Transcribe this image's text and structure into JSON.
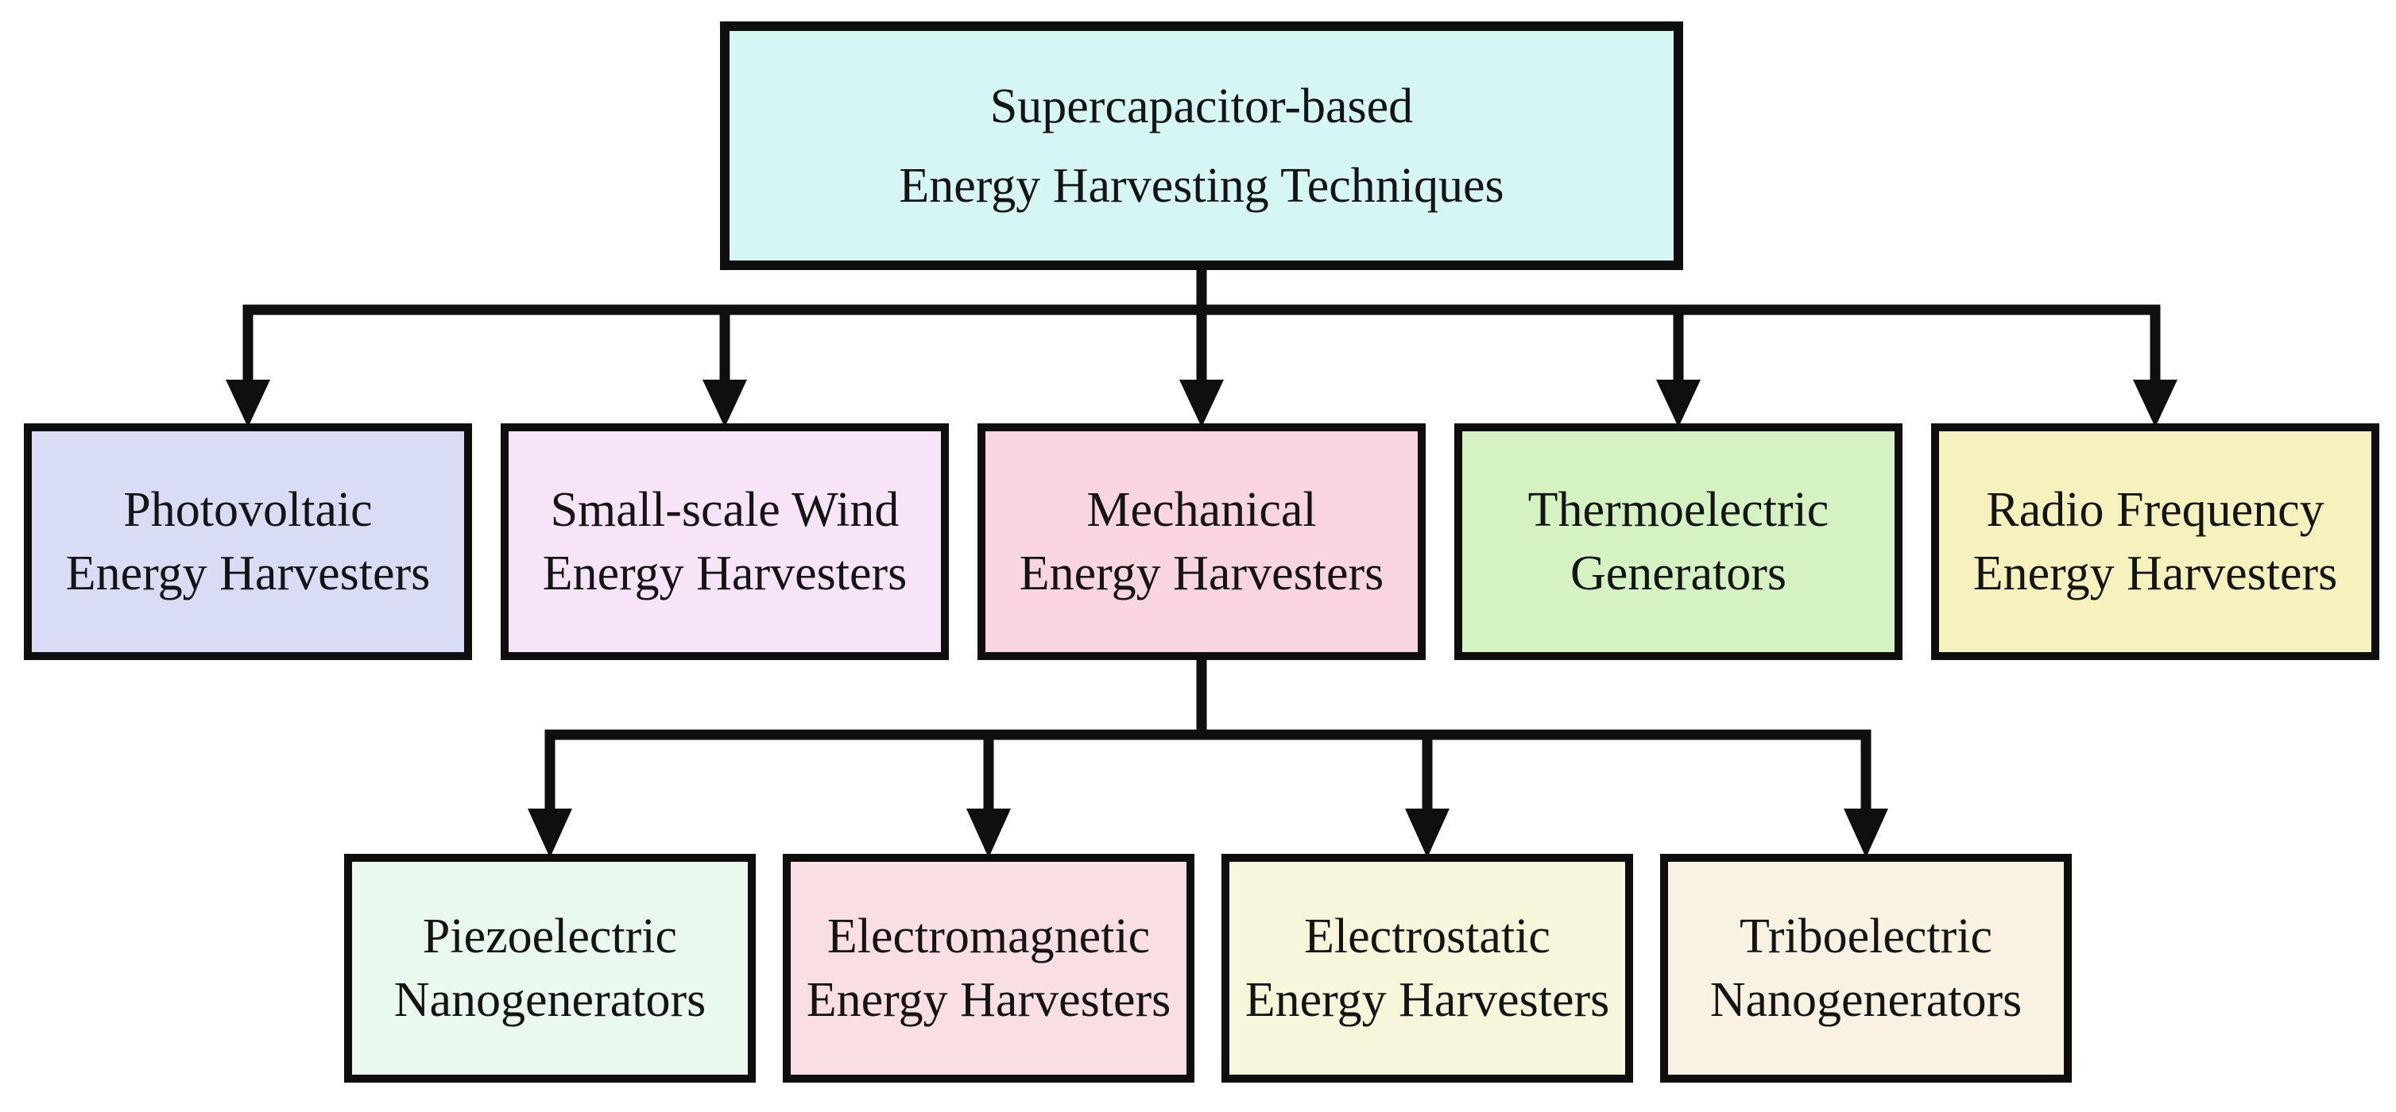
{
  "diagram": {
    "line_color": "#0f0f0f",
    "border_color": "#0e0e0e",
    "root_node": {
      "id": "supercapacitor-root",
      "line1": "Supercapacitor-based",
      "line2": "Energy Harvesting Techniques",
      "fill": "#d6f6f6"
    },
    "level2_nodes": [
      {
        "id": "photovoltaic",
        "line1": "Photovoltaic",
        "line2": "Energy Harvesters",
        "fill": "#d9dcf5"
      },
      {
        "id": "small-scale-wind",
        "line1": "Small-scale Wind",
        "line2": "Energy Harvesters",
        "fill": "#f8e4f9"
      },
      {
        "id": "mechanical",
        "line1": "Mechanical",
        "line2": "Energy Harvesters",
        "fill": "#f9d5e0"
      },
      {
        "id": "thermoelectric",
        "line1": "Thermoelectric",
        "line2": "Generators",
        "fill": "#d4f2c2"
      },
      {
        "id": "radio-frequency",
        "line1": "Radio Frequency",
        "line2": "Energy Harvesters",
        "fill": "#f6f1bd"
      }
    ],
    "level3_nodes": [
      {
        "id": "piezoelectric",
        "line1": "Piezoelectric",
        "line2": "Nanogenerators",
        "fill": "#e9f9ed"
      },
      {
        "id": "electromagnetic",
        "line1": "Electromagnetic",
        "line2": "Energy Harvesters",
        "fill": "#f9dfe4"
      },
      {
        "id": "electrostatic",
        "line1": "Electrostatic",
        "line2": "Energy Harvesters",
        "fill": "#f7f5da"
      },
      {
        "id": "triboelectric",
        "line1": "Triboelectric",
        "line2": "Nanogenerators",
        "fill": "#f9f2e2"
      }
    ]
  }
}
